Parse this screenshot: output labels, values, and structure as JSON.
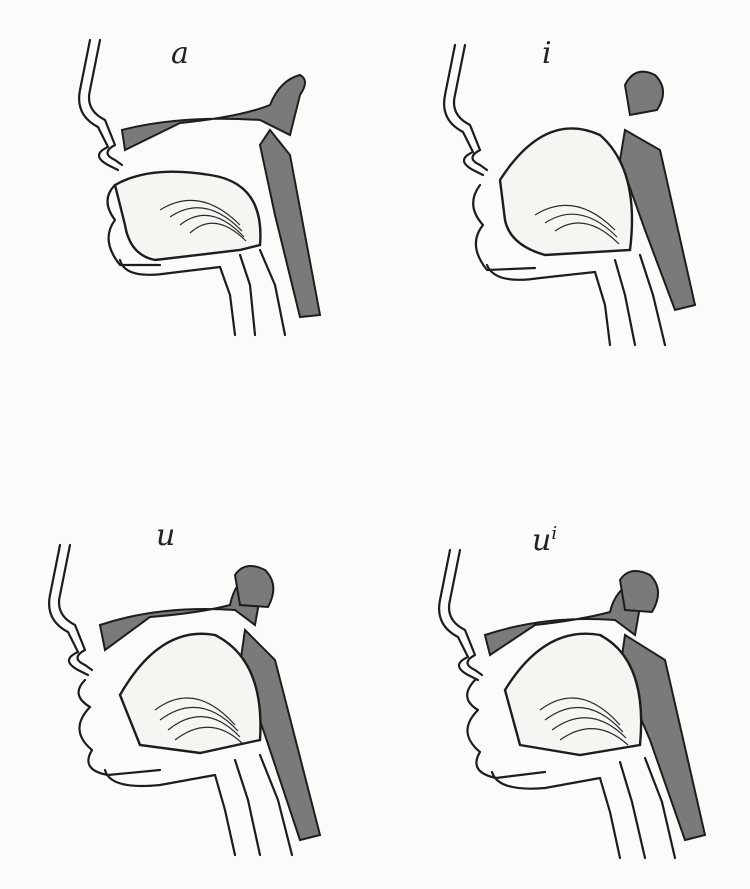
{
  "figures": [
    {
      "label": "a",
      "sup": ""
    },
    {
      "label": "i",
      "sup": ""
    },
    {
      "label": "u",
      "sup": ""
    },
    {
      "label": "u",
      "sup": "i"
    }
  ]
}
